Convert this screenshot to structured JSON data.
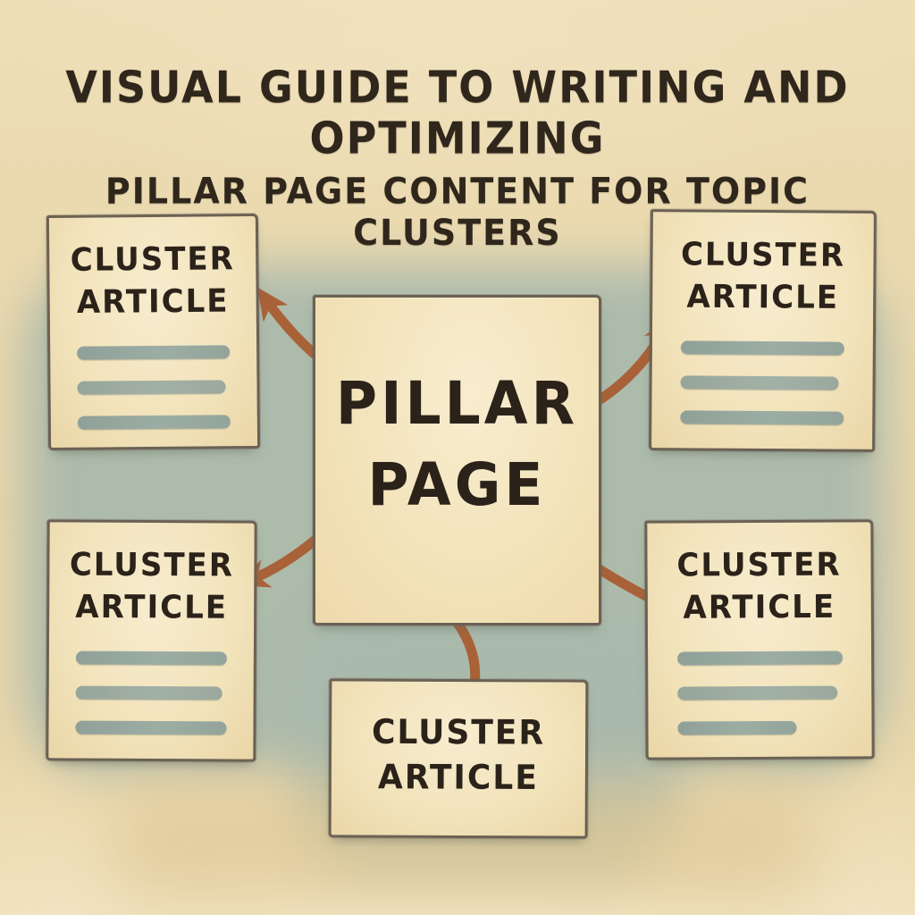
{
  "header": {
    "title_line1": "VISUAL GUIDE TO WRITING AND OPTIMIZING",
    "title_line2": "PILLAR PAGE CONTENT FOR TOPIC CLUSTERS"
  },
  "diagram": {
    "center_node": {
      "line1": "PILLAR",
      "line2": "PAGE"
    },
    "cluster_nodes": [
      {
        "position": "top-left",
        "line1": "CLUSTER",
        "line2": "ARTICLE",
        "placeholder_lines": 3
      },
      {
        "position": "top-right",
        "line1": "CLUSTER",
        "line2": "ARTICLE",
        "placeholder_lines": 3
      },
      {
        "position": "bottom-left",
        "line1": "CLUSTER",
        "line2": "ARTICLE",
        "placeholder_lines": 3
      },
      {
        "position": "bottom-right",
        "line1": "CLUSTER",
        "line2": "ARTICLE",
        "placeholder_lines": 3
      },
      {
        "position": "bottom-center",
        "line1": "CLUSTER",
        "line2": "ARTICLE",
        "placeholder_lines": 0
      }
    ],
    "arrows": [
      {
        "from": "pillar-page",
        "to": "cluster-top-left"
      },
      {
        "from": "pillar-page",
        "to": "cluster-top-right"
      },
      {
        "from": "pillar-page",
        "to": "cluster-bottom-left"
      },
      {
        "from": "pillar-page",
        "to": "cluster-bottom-right"
      },
      {
        "from": "pillar-page",
        "to": "cluster-bottom-center"
      }
    ]
  },
  "style": {
    "colors": {
      "background_cream": "#ecdbb2",
      "wash_sage": "#a9b9ac",
      "card_fill": "#f3e5c1",
      "card_border": "#6b6154",
      "arrow_rust": "#a95c30",
      "text_dark": "#2e251b",
      "placeholder_line_gray_green": "#95a69e"
    }
  }
}
